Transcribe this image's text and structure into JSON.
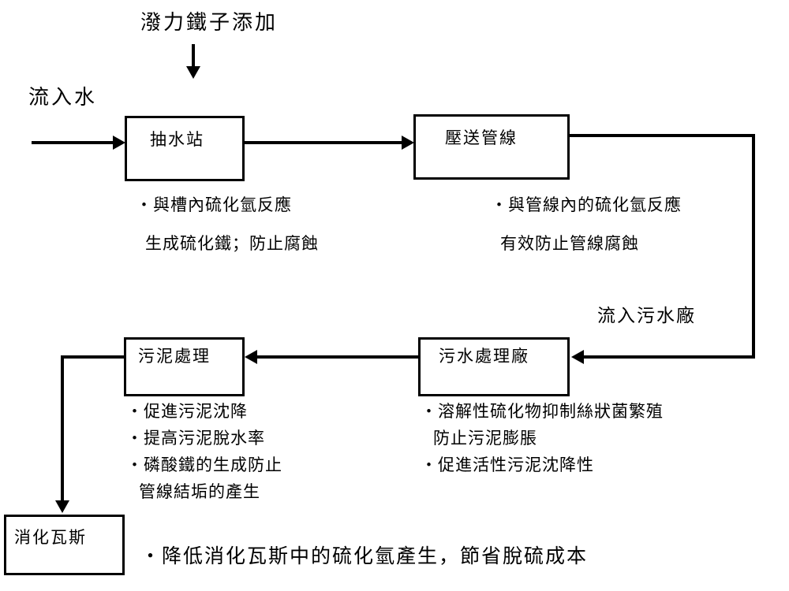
{
  "diagram": {
    "title": "潑力鐵子添加",
    "inflow_label": "流入水",
    "midflow_label": "流入污水廠",
    "bottom_note": "‧降低消化瓦斯中的硫化氫產生，節省脫硫成本"
  },
  "nodes": [
    {
      "id": "pump-station",
      "label": "抽水站"
    },
    {
      "id": "pressure-pipeline",
      "label": "壓送管線"
    },
    {
      "id": "wastewater-plant",
      "label": "污水處理廠"
    },
    {
      "id": "sludge-treatment",
      "label": "污泥處理"
    },
    {
      "id": "digestion-gas",
      "label": "消化瓦斯"
    }
  ],
  "notes": {
    "pump_station": {
      "line1": "‧與槽內硫化氫反應",
      "line2": "生成硫化鐵；防止腐蝕"
    },
    "pressure_pipeline": {
      "line1": "‧與管線內的硫化氫反應",
      "line2": "有效防止管線腐蝕"
    },
    "wastewater_plant": {
      "line1": "‧溶解性硫化物抑制絲狀菌繁殖",
      "line2": "防止污泥膨脹",
      "line3": "‧促進活性污泥沈降性"
    },
    "sludge_treatment": {
      "line1": "‧促進污泥沈降",
      "line2": "‧提高污泥脫水率",
      "line3": "‧磷酸鐵的生成防止",
      "line4": "管線結垢的產生"
    }
  },
  "colors": {
    "stroke": "#000000",
    "background": "#ffffff",
    "text": "#000000"
  }
}
